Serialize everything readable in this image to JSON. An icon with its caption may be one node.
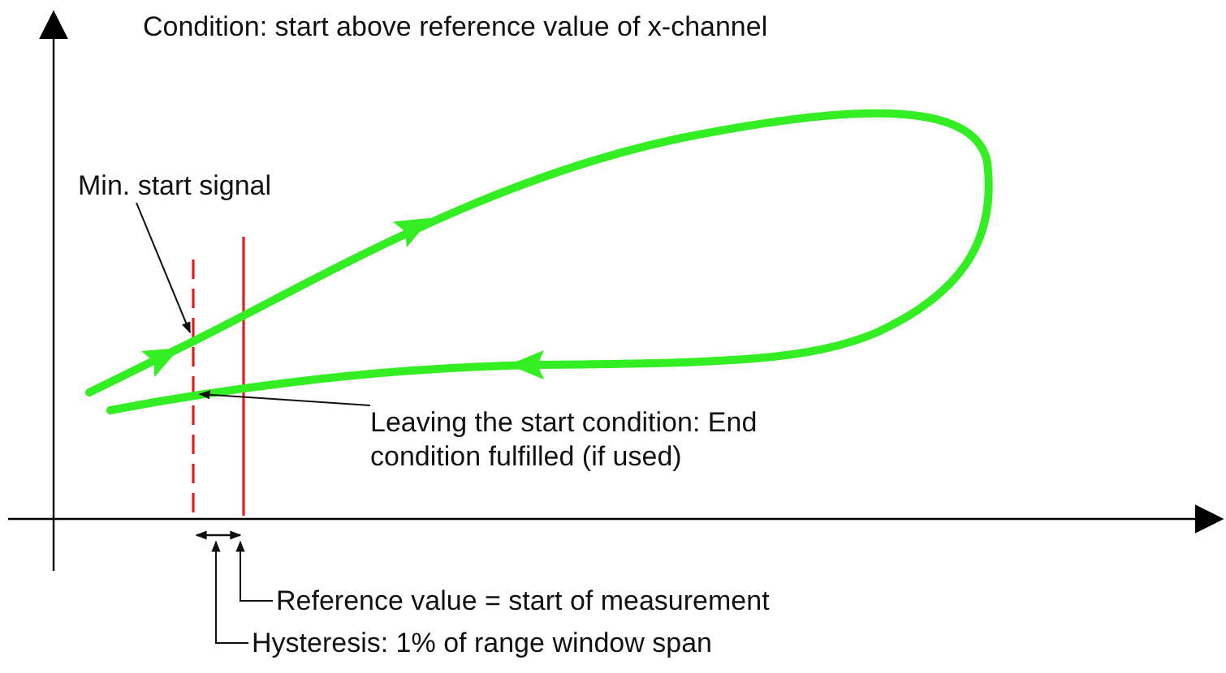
{
  "diagram": {
    "title": "Condition: start above reference value of x-channel",
    "nodes": [
      {
        "text": [
          "Min. start signal"
        ]
      },
      {
        "text": [
          "Leaving the start condition: End condition fulfilled (if used)"
        ]
      },
      {
        "text": [
          "Reference value = start of measurement"
        ]
      },
      {
        "text": [
          "Hysteresis: 1% of range window span"
        ]
      },
      {
        "text": [],
        "shape": "arrow"
      }
    ],
    "edges": [
      {
        "from": 0,
        "to": null,
        "arrow": "to"
      },
      {
        "from": 1,
        "to": null,
        "arrow": "to"
      },
      {
        "from": 2,
        "to": 4,
        "arrow": "to"
      },
      {
        "from": 3,
        "to": 4,
        "arrow": "to"
      }
    ]
  }
}
